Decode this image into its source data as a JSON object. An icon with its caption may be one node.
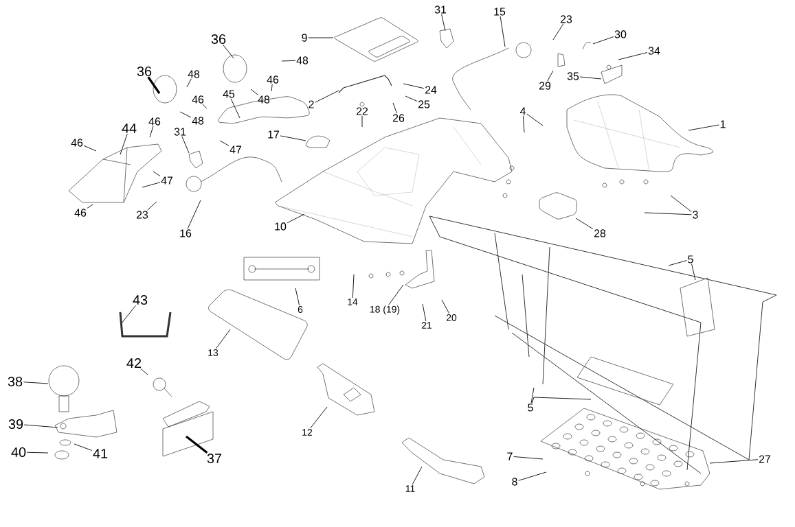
{
  "diagram": {
    "nodes": [
      {
        "text": [
          "31"
        ]
      },
      {
        "text": [
          "15"
        ]
      },
      {
        "text": [
          "23"
        ]
      },
      {
        "text": [
          "36"
        ]
      },
      {
        "text": [
          "9"
        ]
      },
      {
        "text": [
          "30"
        ]
      },
      {
        "text": [
          "48"
        ]
      },
      {
        "text": [
          "34"
        ]
      },
      {
        "text": [
          "36"
        ]
      },
      {
        "text": [
          "48"
        ]
      },
      {
        "text": [
          "46"
        ]
      },
      {
        "text": [
          "29"
        ]
      },
      {
        "text": [
          "35"
        ]
      },
      {
        "text": [
          "24"
        ]
      },
      {
        "text": [
          "45"
        ]
      },
      {
        "text": [
          "46"
        ]
      },
      {
        "text": [
          "48"
        ]
      },
      {
        "text": [
          "2"
        ]
      },
      {
        "text": [
          "25"
        ]
      },
      {
        "text": [
          "22"
        ]
      },
      {
        "text": [
          "4"
        ]
      },
      {
        "text": [
          "26"
        ]
      },
      {
        "text": [
          "48"
        ]
      },
      {
        "text": [
          "46"
        ]
      },
      {
        "text": [
          "1"
        ]
      },
      {
        "text": [
          "44"
        ]
      },
      {
        "text": [
          "31"
        ]
      },
      {
        "text": [
          "17"
        ]
      },
      {
        "text": [
          "46"
        ]
      },
      {
        "text": [
          "47"
        ]
      },
      {
        "text": [
          "47"
        ]
      },
      {
        "text": [
          "23"
        ]
      },
      {
        "text": [
          "46"
        ]
      },
      {
        "text": [
          "3"
        ]
      },
      {
        "text": [
          "10"
        ]
      },
      {
        "text": [
          "28"
        ]
      },
      {
        "text": [
          "16"
        ]
      },
      {
        "text": [
          "5"
        ]
      },
      {
        "text": [
          "43"
        ]
      },
      {
        "text": [
          "14"
        ]
      },
      {
        "text": [
          "6"
        ]
      },
      {
        "text": [
          "18 (19)"
        ]
      },
      {
        "text": [
          "20"
        ]
      },
      {
        "text": [
          "21"
        ]
      },
      {
        "text": [
          "13"
        ]
      },
      {
        "text": [
          "42"
        ]
      },
      {
        "text": [
          "38"
        ]
      },
      {
        "text": [
          "5"
        ]
      },
      {
        "text": [
          "39"
        ]
      },
      {
        "text": [
          "12"
        ]
      },
      {
        "text": [
          "40"
        ]
      },
      {
        "text": [
          "41"
        ]
      },
      {
        "text": [
          "7"
        ]
      },
      {
        "text": [
          "37"
        ]
      },
      {
        "text": [
          "27"
        ]
      },
      {
        "text": [
          "8"
        ]
      },
      {
        "text": [
          "11"
        ]
      }
    ],
    "edges": [
      {
        "from": 0,
        "to": null,
        "arrow": "none"
      },
      {
        "from": 1,
        "to": null,
        "arrow": "none"
      },
      {
        "from": 2,
        "to": null,
        "arrow": "none"
      },
      {
        "from": 3,
        "to": null,
        "arrow": "none"
      },
      {
        "from": 4,
        "to": null,
        "arrow": "none"
      },
      {
        "from": 5,
        "to": null,
        "arrow": "none"
      },
      {
        "from": 6,
        "to": null,
        "arrow": "none"
      },
      {
        "from": 7,
        "to": null,
        "arrow": "none"
      },
      {
        "from": 8,
        "to": null,
        "arrow": "none",
        "style": "thick"
      },
      {
        "from": 9,
        "to": null,
        "arrow": "none"
      },
      {
        "from": 10,
        "to": null,
        "arrow": "none"
      },
      {
        "from": 11,
        "to": null,
        "arrow": "none"
      },
      {
        "from": 12,
        "to": null,
        "arrow": "none"
      },
      {
        "from": 13,
        "to": null,
        "arrow": "none"
      },
      {
        "from": 14,
        "to": null,
        "arrow": "none"
      },
      {
        "from": 15,
        "to": null,
        "arrow": "none"
      },
      {
        "from": 16,
        "to": null,
        "arrow": "none"
      },
      {
        "from": 17,
        "to": null,
        "arrow": "none"
      },
      {
        "from": 18,
        "to": null,
        "arrow": "none"
      },
      {
        "from": 19,
        "to": null,
        "arrow": "none"
      },
      {
        "from": 20,
        "to": null,
        "arrow": "none"
      },
      {
        "from": 20,
        "to": null,
        "arrow": "none"
      },
      {
        "from": 21,
        "to": null,
        "arrow": "none"
      },
      {
        "from": 22,
        "to": null,
        "arrow": "none"
      },
      {
        "from": 23,
        "to": null,
        "arrow": "none"
      },
      {
        "from": 24,
        "to": null,
        "arrow": "none"
      },
      {
        "from": 25,
        "to": null,
        "arrow": "none"
      },
      {
        "from": 26,
        "to": null,
        "arrow": "none"
      },
      {
        "from": 27,
        "to": null,
        "arrow": "none"
      },
      {
        "from": 28,
        "to": null,
        "arrow": "none"
      },
      {
        "from": 29,
        "to": null,
        "arrow": "none"
      },
      {
        "from": 30,
        "to": null,
        "arrow": "none"
      },
      {
        "from": 30,
        "to": null,
        "arrow": "none"
      },
      {
        "from": 31,
        "to": null,
        "arrow": "none"
      },
      {
        "from": 32,
        "to": null,
        "arrow": "none"
      },
      {
        "from": 33,
        "to": null,
        "arrow": "none"
      },
      {
        "from": 33,
        "to": null,
        "arrow": "none"
      },
      {
        "from": 34,
        "to": null,
        "arrow": "none"
      },
      {
        "from": 35,
        "to": null,
        "arrow": "none"
      },
      {
        "from": 36,
        "to": null,
        "arrow": "none"
      },
      {
        "from": 37,
        "to": null,
        "arrow": "none"
      },
      {
        "from": 37,
        "to": null,
        "arrow": "none"
      },
      {
        "from": 38,
        "to": null,
        "arrow": "none"
      },
      {
        "from": 39,
        "to": null,
        "arrow": "none"
      },
      {
        "from": 40,
        "to": null,
        "arrow": "none"
      },
      {
        "from": 41,
        "to": null,
        "arrow": "none"
      },
      {
        "from": 42,
        "to": null,
        "arrow": "none"
      },
      {
        "from": 43,
        "to": null,
        "arrow": "none"
      },
      {
        "from": 44,
        "to": null,
        "arrow": "none"
      },
      {
        "from": 45,
        "to": null,
        "arrow": "none"
      },
      {
        "from": 46,
        "to": null,
        "arrow": "none"
      },
      {
        "from": 47,
        "to": null,
        "arrow": "none"
      },
      {
        "from": 47,
        "to": null,
        "arrow": "none"
      },
      {
        "from": 48,
        "to": null,
        "arrow": "none"
      },
      {
        "from": 49,
        "to": null,
        "arrow": "none"
      },
      {
        "from": 50,
        "to": null,
        "arrow": "none"
      },
      {
        "from": 51,
        "to": null,
        "arrow": "none"
      },
      {
        "from": 52,
        "to": null,
        "arrow": "none"
      },
      {
        "from": 53,
        "to": null,
        "arrow": "none",
        "style": "thick"
      },
      {
        "from": 54,
        "to": null,
        "arrow": "none"
      },
      {
        "from": 55,
        "to": null,
        "arrow": "none"
      },
      {
        "from": 56,
        "to": null,
        "arrow": "none"
      }
    ]
  }
}
